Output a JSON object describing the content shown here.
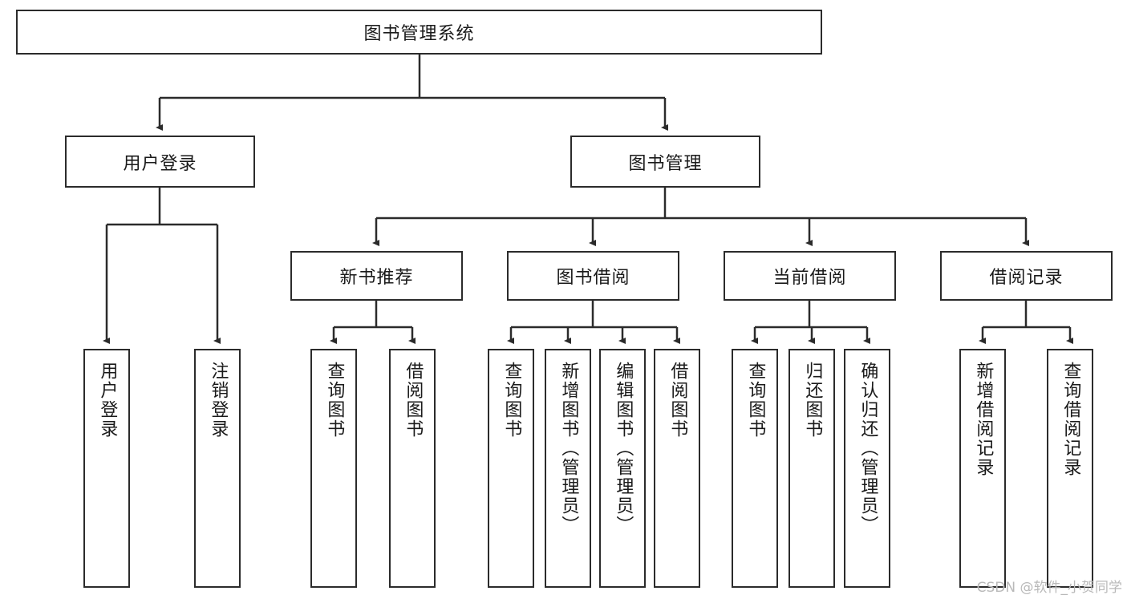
{
  "diagram": {
    "type": "tree",
    "title": "图书管理系统",
    "watermark": "CSDN @软件_小贺同学",
    "colors": {
      "border": "#2b2b2b",
      "background": "#ffffff",
      "text": "#1a1a1a",
      "watermark": "#b9b9b9"
    },
    "root": {
      "label": "图书管理系统"
    },
    "level2": [
      {
        "label": "用户登录"
      },
      {
        "label": "图书管理"
      }
    ],
    "level3": [
      {
        "label": "新书推荐"
      },
      {
        "label": "图书借阅"
      },
      {
        "label": "当前借阅"
      },
      {
        "label": "借阅记录"
      }
    ],
    "leaves": [
      {
        "label": "用户登录",
        "parent": "用户登录"
      },
      {
        "label": "注销登录",
        "parent": "用户登录"
      },
      {
        "label": "查询图书",
        "parent": "新书推荐"
      },
      {
        "label": "借阅图书",
        "parent": "新书推荐"
      },
      {
        "label": "查询图书",
        "parent": "图书借阅"
      },
      {
        "label": "新增图书（管理员）",
        "parent": "图书借阅"
      },
      {
        "label": "编辑图书（管理员）",
        "parent": "图书借阅"
      },
      {
        "label": "借阅图书",
        "parent": "图书借阅"
      },
      {
        "label": "查询图书",
        "parent": "当前借阅"
      },
      {
        "label": "归还图书",
        "parent": "当前借阅"
      },
      {
        "label": "确认归还（管理员）",
        "parent": "当前借阅"
      },
      {
        "label": "新增借阅记录",
        "parent": "借阅记录"
      },
      {
        "label": "查询借阅记录",
        "parent": "借阅记录"
      }
    ]
  }
}
